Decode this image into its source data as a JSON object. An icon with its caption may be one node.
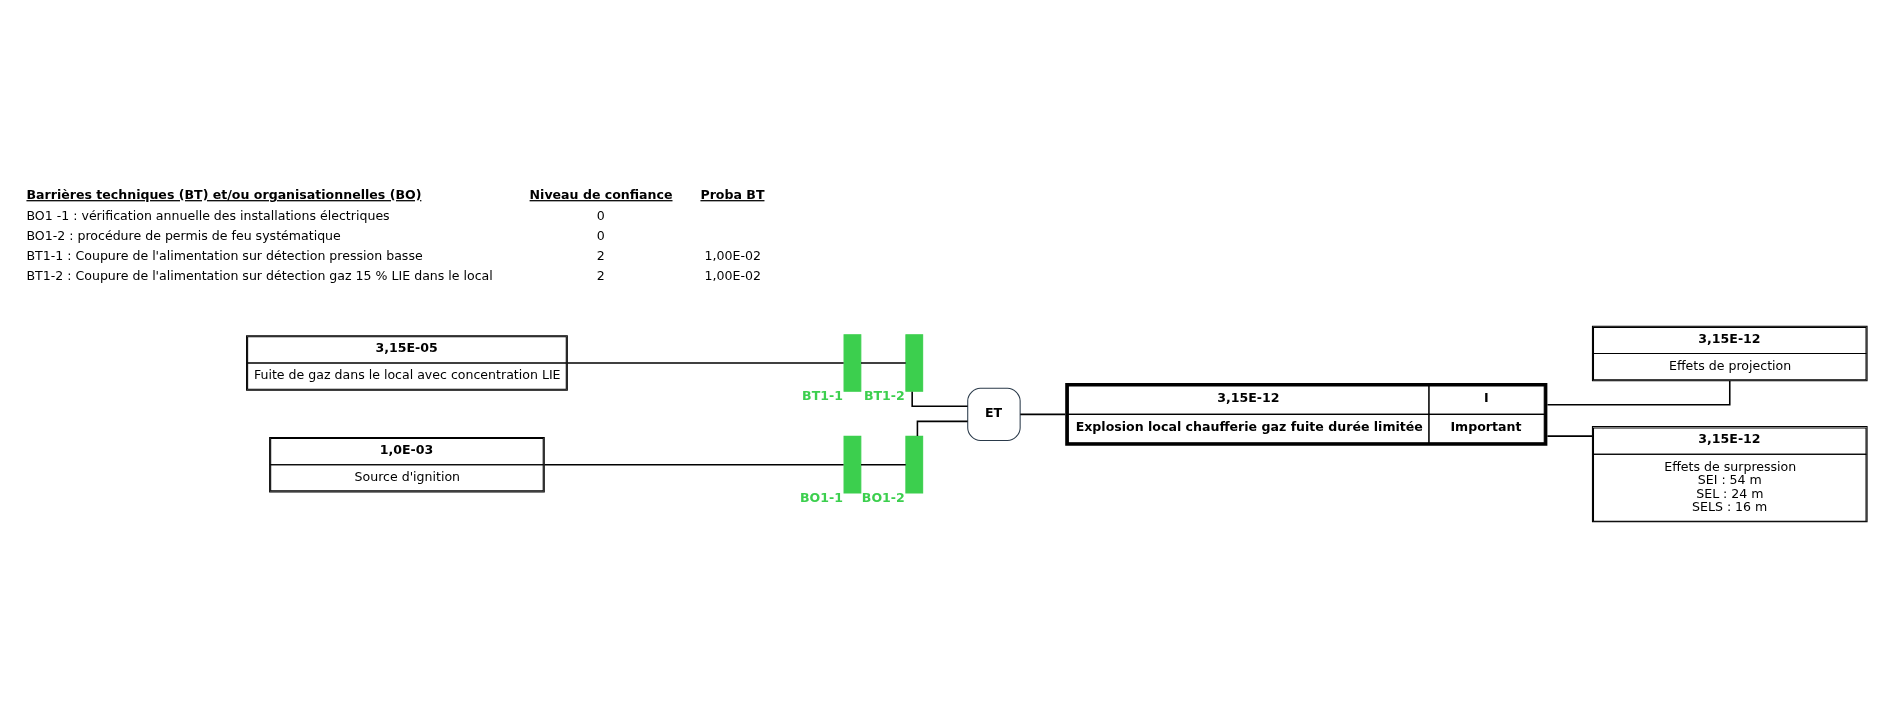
{
  "diagram": {
    "nodes": [
      {
        "text": [
          "3,15E-05",
          "Fuite de gaz dans le local avec concentration LIE"
        ]
      },
      {
        "text": [],
        "shape": "bar",
        "beside": [
          "BT1-1"
        ]
      },
      {
        "text": [],
        "shape": "bar",
        "beside": [
          "BT1-2"
        ]
      },
      {
        "text": [
          "1,0E-03",
          "Source d'ignition"
        ]
      },
      {
        "text": [],
        "shape": "bar",
        "beside": [
          "BO1-1"
        ]
      },
      {
        "text": [],
        "shape": "bar",
        "beside": [
          "BO1-2"
        ]
      },
      {
        "text": [
          "ET"
        ]
      },
      {
        "text": [
          "3,15E-12",
          "I",
          "Explosion local chaufferie gaz fuite durée limitée",
          "Important"
        ]
      },
      {
        "text": [
          "3,15E-12",
          "Effets de projection"
        ]
      },
      {
        "text": [
          "3,15E-12",
          "Effets de surpression",
          "SEI : 54 m",
          "SEL : 24 m",
          "SELS : 16 m"
        ]
      }
    ],
    "edges": [
      {
        "from": 0,
        "to": 1,
        "arrow": "none"
      },
      {
        "from": 1,
        "to": 2,
        "arrow": "none"
      },
      {
        "from": 2,
        "to": 6,
        "arrow": "none"
      },
      {
        "from": 3,
        "to": 4,
        "arrow": "none"
      },
      {
        "from": 4,
        "to": 5,
        "arrow": "none"
      },
      {
        "from": 5,
        "to": 6,
        "arrow": "none"
      },
      {
        "from": 6,
        "to": 7,
        "arrow": "none"
      },
      {
        "from": 7,
        "to": 8,
        "arrow": "none"
      },
      {
        "from": 7,
        "to": 9,
        "arrow": "none"
      }
    ],
    "labels": [
      "Barrières techniques (BT) et/ou organisationnelles (BO)",
      "Niveau de confiance",
      "Proba BT",
      "BO1 -1 : vérification annuelle des installations électriques",
      "0",
      "BO1-2 : procédure de permis de feu systématique",
      "0",
      "BT1-1 : Coupure de l'alimentation sur détection pression basse",
      "2",
      "1,00E-02",
      "BT1-2 : Coupure de l'alimentation sur détection gaz 15 % LIE dans le local",
      "2",
      "1,00E-02"
    ]
  }
}
